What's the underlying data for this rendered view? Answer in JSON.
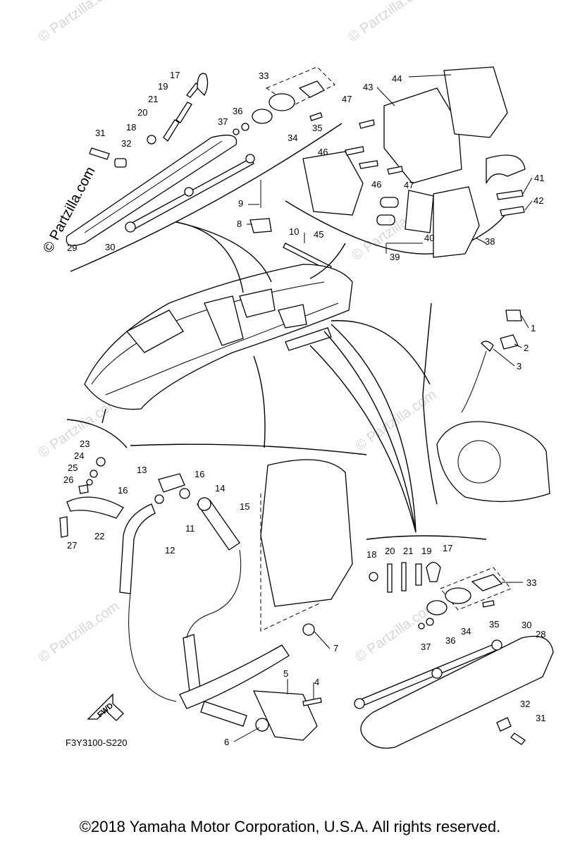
{
  "diagram_code": "F3Y3100-S220",
  "copyright": "©2018  Yamaha Motor Corporation, U.S.A. All rights reserved.",
  "watermark": "© Partzilla.com",
  "direction_arrow": "FWD",
  "callouts": [
    "1",
    "2",
    "3",
    "4",
    "5",
    "6",
    "7",
    "8",
    "9",
    "10",
    "11",
    "12",
    "13",
    "14",
    "15",
    "16",
    "16",
    "17",
    "17",
    "18",
    "18",
    "19",
    "19",
    "20",
    "20",
    "21",
    "21",
    "22",
    "23",
    "24",
    "25",
    "26",
    "27",
    "28",
    "29",
    "30",
    "30",
    "31",
    "31",
    "32",
    "32",
    "33",
    "33",
    "34",
    "34",
    "35",
    "35",
    "36",
    "36",
    "37",
    "37",
    "38",
    "39",
    "40",
    "41",
    "42",
    "43",
    "44",
    "45",
    "46",
    "46",
    "47",
    "47"
  ]
}
